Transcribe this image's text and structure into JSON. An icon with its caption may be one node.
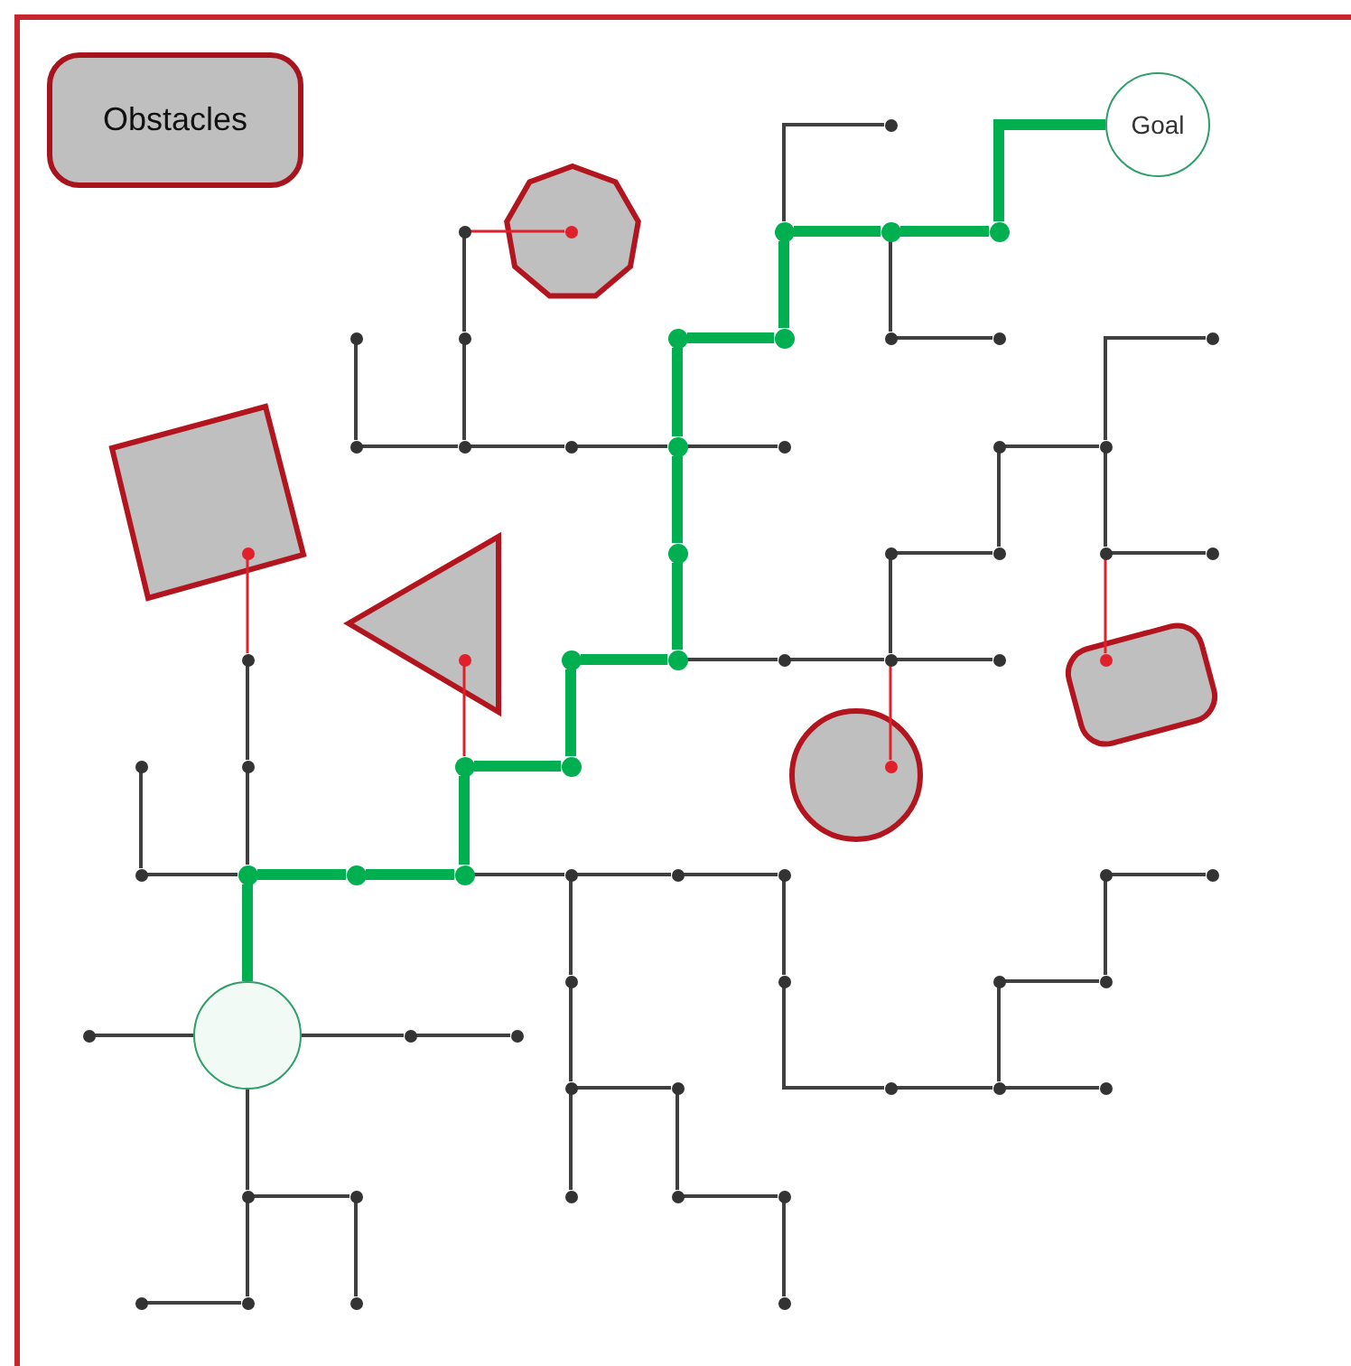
{
  "diagram": {
    "nodes": [
      {
        "text": [
          "Obstacles"
        ]
      },
      {
        "text": [
          "Goal"
        ]
      },
      {
        "text": [],
        "shape": "circle"
      },
      {
        "text": [],
        "shape": "octagon"
      },
      {
        "text": [],
        "shape": "box"
      },
      {
        "text": [],
        "shape": "triangle"
      },
      {
        "text": [],
        "shape": "circle"
      },
      {
        "text": [],
        "shape": "box"
      },
      {
        "text": [],
        "shape": "circle",
        "in": 3
      },
      {
        "text": [],
        "shape": "circle",
        "in": 4
      },
      {
        "text": [],
        "shape": "circle",
        "in": 5
      },
      {
        "text": [],
        "shape": "circle",
        "in": 6
      },
      {
        "text": [],
        "shape": "circle",
        "in": 7
      },
      {
        "text": [],
        "shape": "circle"
      },
      {
        "text": [],
        "shape": "circle"
      },
      {
        "text": [],
        "shape": "circle"
      },
      {
        "text": [],
        "shape": "circle"
      },
      {
        "text": [],
        "shape": "circle"
      },
      {
        "text": [],
        "shape": "circle"
      },
      {
        "text": [],
        "shape": "circle"
      },
      {
        "text": [],
        "shape": "circle"
      },
      {
        "text": [],
        "shape": "circle"
      },
      {
        "text": [],
        "shape": "circle"
      },
      {
        "text": [],
        "shape": "circle"
      },
      {
        "text": [],
        "shape": "circle"
      },
      {
        "text": [],
        "shape": "circle"
      },
      {
        "text": [],
        "shape": "circle"
      },
      {
        "text": [],
        "shape": "circle"
      },
      {
        "text": [],
        "shape": "circle"
      },
      {
        "text": [],
        "shape": "circle"
      },
      {
        "text": [],
        "shape": "circle"
      },
      {
        "text": [],
        "shape": "circle"
      },
      {
        "text": [],
        "shape": "circle"
      },
      {
        "text": [],
        "shape": "circle"
      },
      {
        "text": [],
        "shape": "circle"
      },
      {
        "text": [],
        "shape": "circle"
      },
      {
        "text": [],
        "shape": "circle"
      },
      {
        "text": [],
        "shape": "circle"
      },
      {
        "text": [],
        "shape": "circle"
      },
      {
        "text": [],
        "shape": "circle"
      },
      {
        "text": [],
        "shape": "circle"
      },
      {
        "text": [],
        "shape": "circle"
      },
      {
        "text": [],
        "shape": "circle"
      },
      {
        "text": [],
        "shape": "circle"
      },
      {
        "text": [],
        "shape": "circle"
      },
      {
        "text": [],
        "shape": "circle"
      },
      {
        "text": [],
        "shape": "circle"
      },
      {
        "text": [],
        "shape": "circle"
      },
      {
        "text": [],
        "shape": "circle"
      },
      {
        "text": [],
        "shape": "circle"
      },
      {
        "text": [],
        "shape": "circle"
      },
      {
        "text": [],
        "shape": "circle"
      },
      {
        "text": [],
        "shape": "circle"
      },
      {
        "text": [],
        "shape": "circle"
      },
      {
        "text": [],
        "shape": "circle"
      },
      {
        "text": [],
        "shape": "circle"
      },
      {
        "text": [],
        "shape": "circle"
      },
      {
        "text": [],
        "shape": "circle"
      },
      {
        "text": [],
        "shape": "circle"
      },
      {
        "text": [],
        "shape": "circle"
      },
      {
        "text": [],
        "shape": "circle"
      },
      {
        "text": [],
        "shape": "circle"
      },
      {
        "text": [],
        "shape": "circle"
      },
      {
        "text": [],
        "shape": "circle"
      },
      {
        "text": [],
        "shape": "circle"
      },
      {
        "text": [],
        "shape": "circle"
      },
      {
        "text": [],
        "shape": "circle"
      },
      {
        "text": [],
        "shape": "circle"
      },
      {
        "text": [],
        "shape": "circle"
      },
      {
        "text": [],
        "shape": "circle"
      },
      {
        "text": [],
        "shape": "circle"
      },
      {
        "text": [],
        "shape": "circle"
      },
      {
        "text": [],
        "shape": "circle"
      },
      {
        "text": [],
        "shape": "circle"
      },
      {
        "text": [],
        "shape": "circle"
      },
      {
        "text": [],
        "shape": "circle"
      },
      {
        "text": [],
        "shape": "circle"
      }
    ],
    "edges": [
      {
        "from": 2,
        "to": 48,
        "arrow": "none",
        "style": "thick",
        "color": "#00b050"
      },
      {
        "from": 48,
        "to": 49,
        "arrow": "none",
        "style": "thick",
        "color": "#00b050"
      },
      {
        "from": 49,
        "to": 50,
        "arrow": "none",
        "style": "thick",
        "color": "#00b050"
      },
      {
        "from": 50,
        "to": 45,
        "arrow": "none",
        "style": "thick",
        "color": "#00b050"
      },
      {
        "from": 45,
        "to": 46,
        "arrow": "none",
        "style": "thick",
        "color": "#00b050"
      },
      {
        "from": 46,
        "to": 38,
        "arrow": "none",
        "style": "thick",
        "color": "#00b050"
      },
      {
        "from": 38,
        "to": 39,
        "arrow": "none",
        "style": "thick",
        "color": "#00b050"
      },
      {
        "from": 39,
        "to": 32,
        "arrow": "none",
        "style": "thick",
        "color": "#00b050"
      },
      {
        "from": 32,
        "to": 28,
        "arrow": "none",
        "style": "thick",
        "color": "#00b050"
      },
      {
        "from": 28,
        "to": 20,
        "arrow": "none",
        "style": "thick",
        "color": "#00b050"
      },
      {
        "from": 20,
        "to": 21,
        "arrow": "none",
        "style": "thick",
        "color": "#00b050"
      },
      {
        "from": 21,
        "to": 15,
        "arrow": "none",
        "style": "thick",
        "color": "#00b050"
      },
      {
        "from": 15,
        "to": 16,
        "arrow": "none",
        "style": "thick",
        "color": "#00b050"
      },
      {
        "from": 16,
        "to": 17,
        "arrow": "none",
        "style": "thick",
        "color": "#00b050"
      },
      {
        "from": 17,
        "to": 1,
        "arrow": "none",
        "style": "thick",
        "color": "#00b050"
      },
      {
        "from": 15,
        "to": 13,
        "arrow": "none"
      },
      {
        "from": 16,
        "to": 22,
        "arrow": "none"
      },
      {
        "from": 22,
        "to": 23,
        "arrow": "none"
      },
      {
        "from": 14,
        "to": 19,
        "arrow": "none"
      },
      {
        "from": 19,
        "to": 26,
        "arrow": "none"
      },
      {
        "from": 18,
        "to": 25,
        "arrow": "none"
      },
      {
        "from": 25,
        "to": 26,
        "arrow": "none"
      },
      {
        "from": 26,
        "to": 27,
        "arrow": "none"
      },
      {
        "from": 27,
        "to": 28,
        "arrow": "none"
      },
      {
        "from": 28,
        "to": 29,
        "arrow": "none"
      },
      {
        "from": 39,
        "to": 40,
        "arrow": "none"
      },
      {
        "from": 40,
        "to": 41,
        "arrow": "none"
      },
      {
        "from": 41,
        "to": 42,
        "arrow": "none"
      },
      {
        "from": 41,
        "to": 33,
        "arrow": "none"
      },
      {
        "from": 33,
        "to": 34,
        "arrow": "none"
      },
      {
        "from": 34,
        "to": 30,
        "arrow": "none"
      },
      {
        "from": 30,
        "to": 31,
        "arrow": "none"
      },
      {
        "from": 31,
        "to": 24,
        "arrow": "none"
      },
      {
        "from": 31,
        "to": 35,
        "arrow": "none"
      },
      {
        "from": 35,
        "to": 36,
        "arrow": "none"
      },
      {
        "from": 37,
        "to": 44,
        "arrow": "none"
      },
      {
        "from": 44,
        "to": 48,
        "arrow": "none"
      },
      {
        "from": 43,
        "to": 47,
        "arrow": "none"
      },
      {
        "from": 47,
        "to": 48,
        "arrow": "none"
      },
      {
        "from": 50,
        "to": 51,
        "arrow": "none"
      },
      {
        "from": 51,
        "to": 52,
        "arrow": "none"
      },
      {
        "from": 52,
        "to": 53,
        "arrow": "none"
      },
      {
        "from": 51,
        "to": 56,
        "arrow": "none"
      },
      {
        "from": 56,
        "to": 63,
        "arrow": "none"
      },
      {
        "from": 63,
        "to": 70,
        "arrow": "none"
      },
      {
        "from": 63,
        "to": 64,
        "arrow": "none"
      },
      {
        "from": 64,
        "to": 71,
        "arrow": "none"
      },
      {
        "from": 71,
        "to": 72,
        "arrow": "none"
      },
      {
        "from": 72,
        "to": 76,
        "arrow": "none"
      },
      {
        "from": 53,
        "to": 57,
        "arrow": "none"
      },
      {
        "from": 57,
        "to": 65,
        "arrow": "none"
      },
      {
        "from": 65,
        "to": 66,
        "arrow": "none"
      },
      {
        "from": 66,
        "to": 67,
        "arrow": "none"
      },
      {
        "from": 66,
        "to": 58,
        "arrow": "none"
      },
      {
        "from": 58,
        "to": 59,
        "arrow": "none"
      },
      {
        "from": 59,
        "to": 54,
        "arrow": "none"
      },
      {
        "from": 54,
        "to": 55,
        "arrow": "none"
      },
      {
        "from": 2,
        "to": 60,
        "arrow": "none"
      },
      {
        "from": 2,
        "to": 61,
        "arrow": "none"
      },
      {
        "from": 61,
        "to": 62,
        "arrow": "none"
      },
      {
        "from": 2,
        "to": 68,
        "arrow": "none"
      },
      {
        "from": 68,
        "to": 69,
        "arrow": "none"
      },
      {
        "from": 69,
        "to": 75,
        "arrow": "none"
      },
      {
        "from": 68,
        "to": 74,
        "arrow": "none"
      },
      {
        "from": 74,
        "to": 73,
        "arrow": "none"
      },
      {
        "from": 14,
        "to": 8,
        "arrow": "none",
        "color": "#e0202a"
      },
      {
        "from": 37,
        "to": 9,
        "arrow": "none",
        "color": "#e0202a"
      },
      {
        "from": 45,
        "to": 10,
        "arrow": "none",
        "color": "#e0202a"
      },
      {
        "from": 41,
        "to": 11,
        "arrow": "none",
        "color": "#e0202a"
      },
      {
        "from": 35,
        "to": 12,
        "arrow": "none",
        "color": "#e0202a"
      }
    ]
  }
}
